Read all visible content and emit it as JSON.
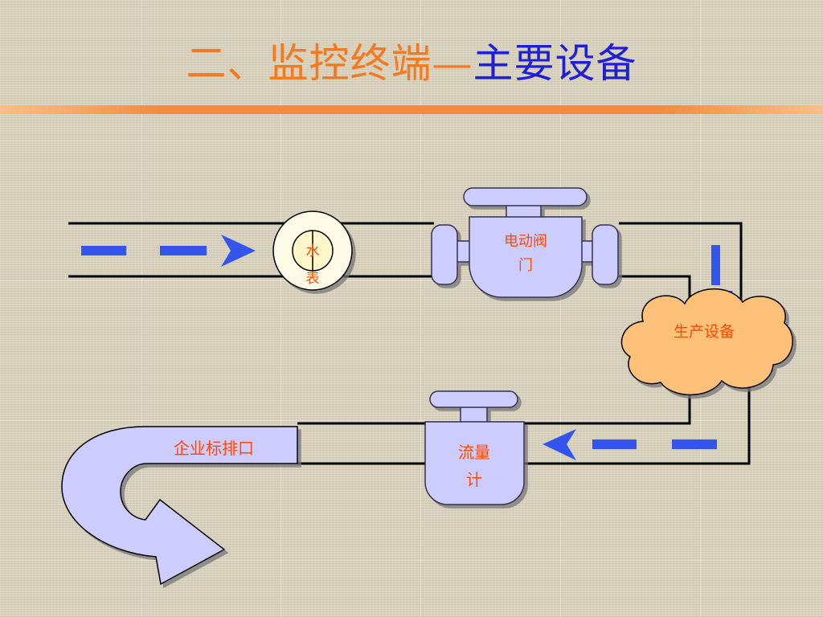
{
  "title": {
    "part1": "二、监控终端—",
    "part2": "主要设备"
  },
  "diagram": {
    "water_meter_line1": "水",
    "water_meter_line2": "表",
    "valve_line1": "电动阀",
    "valve_line2": "门",
    "production_equipment": "生产设备",
    "flow_meter_line1": "流量",
    "flow_meter_line2": "计",
    "outlet": "企业标排口"
  },
  "colors": {
    "title_orange": "#f47a1f",
    "title_blue": "#1f1fd6",
    "label_orange": "#ff4a00",
    "device_fill": "#ccccff",
    "cloud_fill": "#ffc079",
    "flow_arrow": "#3355ee"
  }
}
